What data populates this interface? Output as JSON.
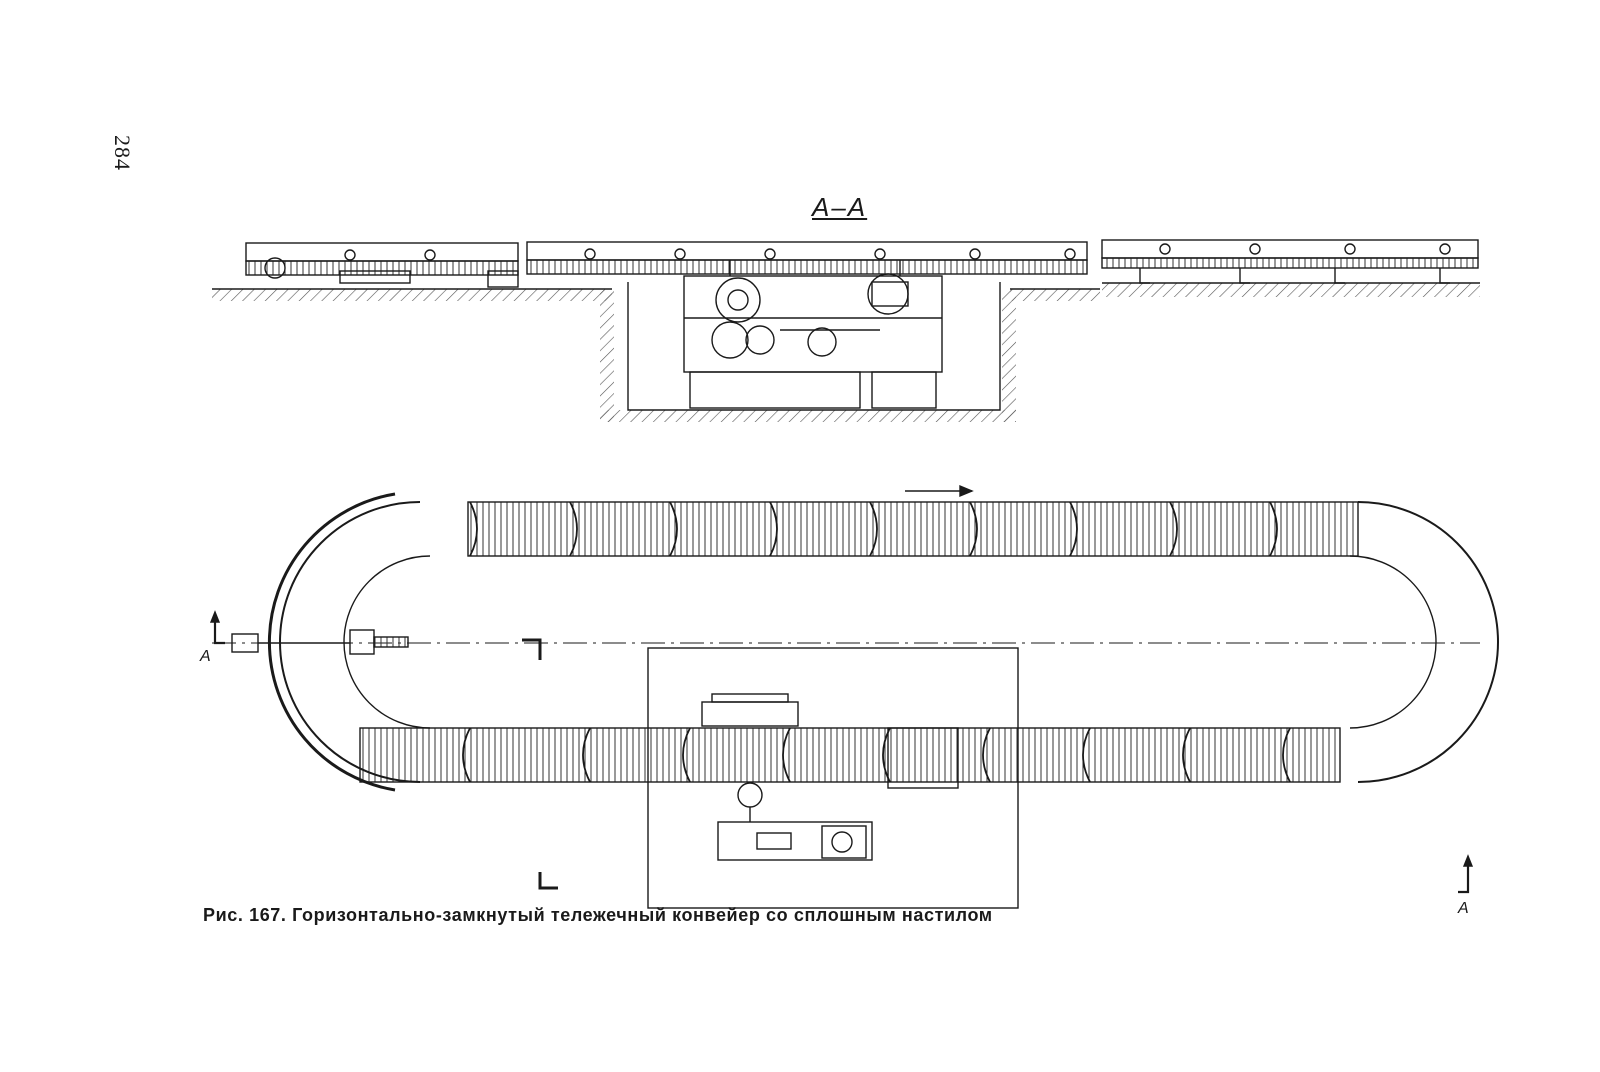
{
  "page": {
    "page_number": "284",
    "section_label": "А–А",
    "cut_label_left": "А",
    "cut_label_right": "А",
    "caption": "Рис. 167. Горизонтально-замкнутый тележечный конвейер со сплошным настилом"
  },
  "colors": {
    "ink": "#1a1a1a",
    "hatch": "#555555",
    "paper": "#ffffff"
  }
}
